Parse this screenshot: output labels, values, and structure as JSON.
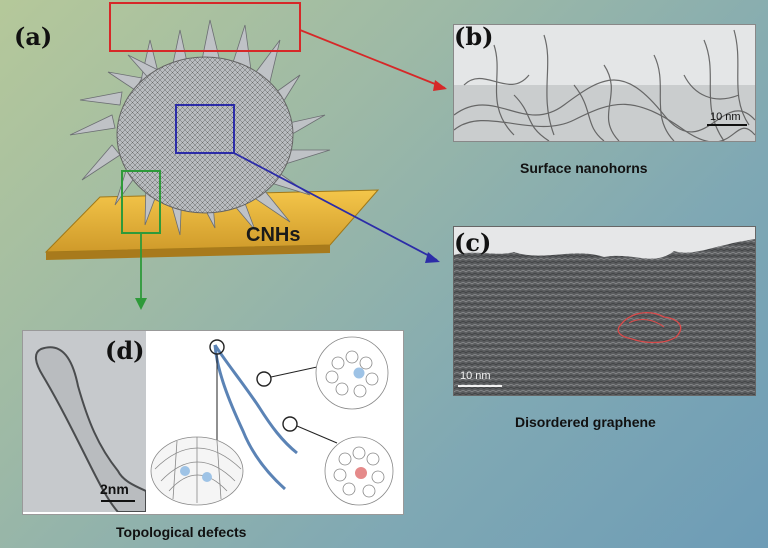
{
  "panels": {
    "a": {
      "label": "(a)",
      "substrate_label": "CNHs"
    },
    "b": {
      "label": "(b)",
      "caption": "Surface nanohorns",
      "scale": "10 nm"
    },
    "c": {
      "label": "(c)",
      "caption": "Disordered graphene",
      "scale": "10 nm"
    },
    "d": {
      "label": "(d)",
      "caption": "Topological defects",
      "scale": "2nm"
    }
  },
  "colors": {
    "box_red": "#d62828",
    "box_blue": "#2c2ca8",
    "box_green": "#2e9a3a",
    "substrate": "#e6b43c",
    "defect_blue": "#9ec3e6",
    "defect_red": "#e58a8a"
  }
}
